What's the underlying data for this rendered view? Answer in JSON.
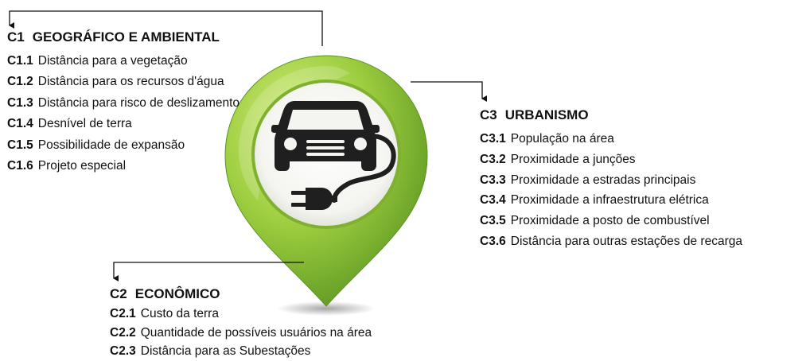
{
  "criteria": {
    "c1": {
      "code": "C1",
      "title": "GEOGRÁFICO E AMBIENTAL",
      "items": [
        {
          "code": "C1.1",
          "text": "Distância para a vegetação"
        },
        {
          "code": "C1.2",
          "text": "Distância para os recursos d'água"
        },
        {
          "code": "C1.3",
          "text": "Distância para risco de deslizamento"
        },
        {
          "code": "C1.4",
          "text": "Desnível de terra"
        },
        {
          "code": "C1.5",
          "text": "Possibilidade de expansão"
        },
        {
          "code": "C1.6",
          "text": "Projeto especial"
        }
      ]
    },
    "c2": {
      "code": "C2",
      "title": "ECONÔMICO",
      "items": [
        {
          "code": "C2.1",
          "text": "Custo da terra"
        },
        {
          "code": "C2.2",
          "text": "Quantidade de possíveis usuários na área"
        },
        {
          "code": "C2.3",
          "text": "Distância para as Subestações"
        }
      ]
    },
    "c3": {
      "code": "C3",
      "title": "URBANISMO",
      "items": [
        {
          "code": "C3.1",
          "text": "População na área"
        },
        {
          "code": "C3.2",
          "text": "Proximidade a junções"
        },
        {
          "code": "C3.3",
          "text": "Proximidade a estradas principais"
        },
        {
          "code": "C3.4",
          "text": "Proximidade a infraestrutura elétrica"
        },
        {
          "code": "C3.5",
          "text": "Proximidade a posto de combustível"
        },
        {
          "code": "C3.6",
          "text": "Distância para outras estações de recarga"
        }
      ]
    }
  },
  "colors": {
    "pin_light": "#b6dc4f",
    "pin_mid": "#8cc13a",
    "pin_dark": "#4f8a1b",
    "icon": "#1f1f1f",
    "line": "#111111"
  },
  "icon": "ev-charging-car-plug-icon"
}
